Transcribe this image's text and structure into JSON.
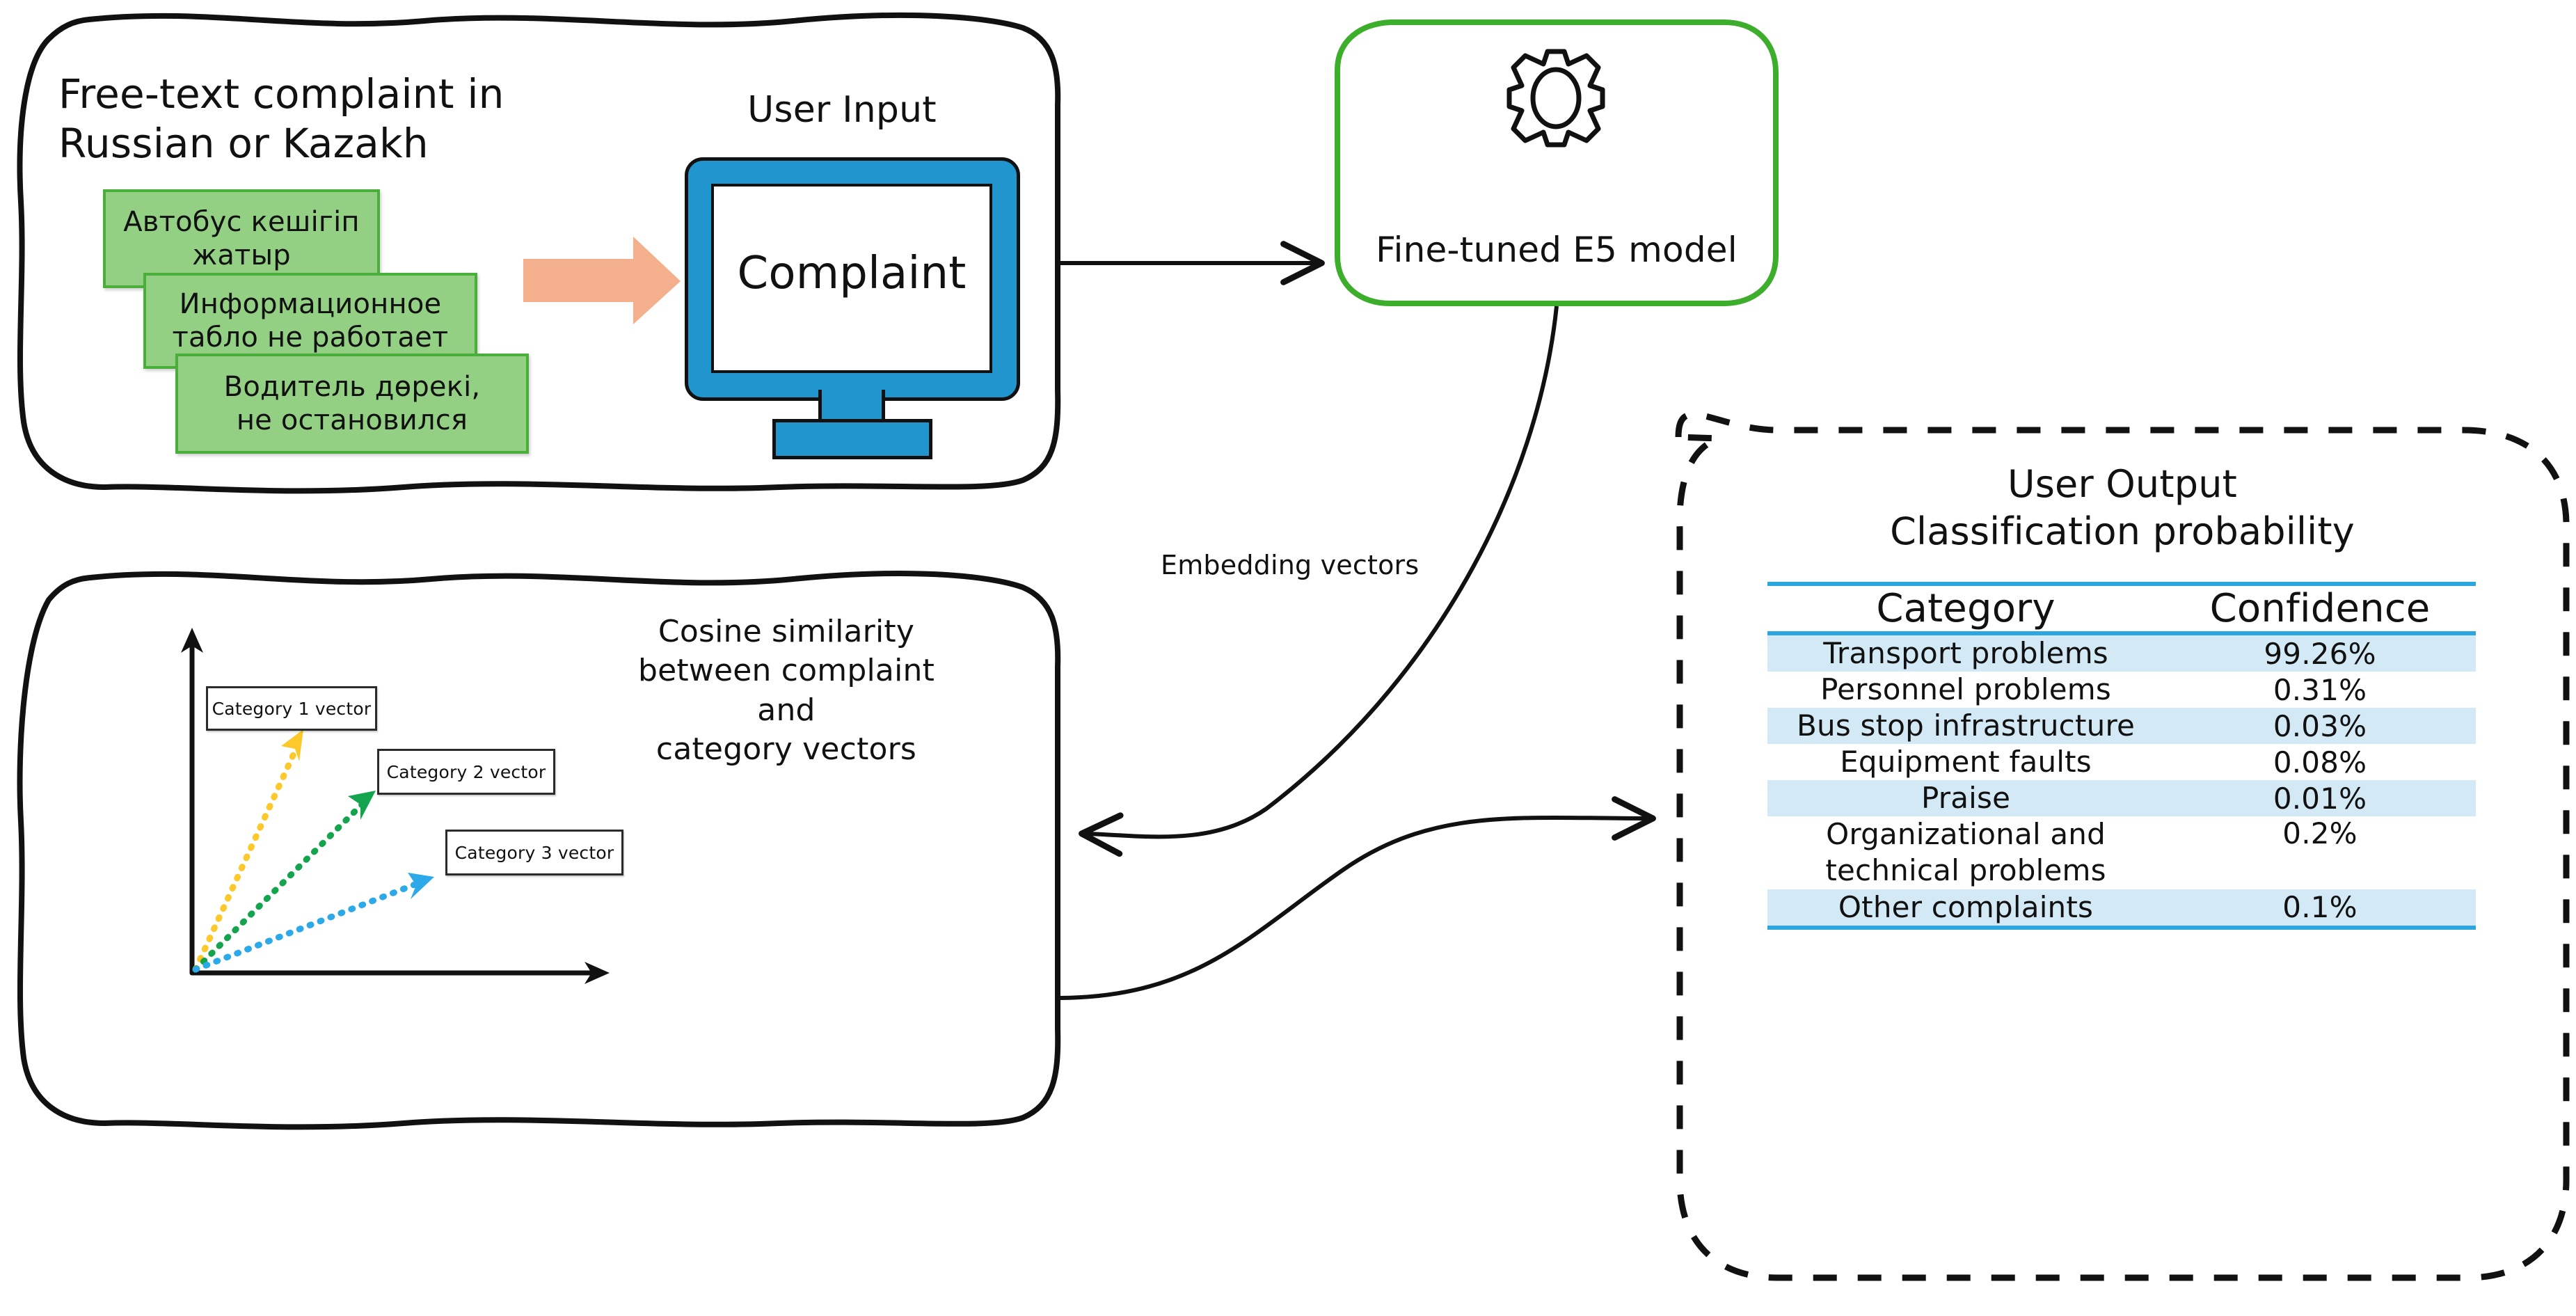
{
  "input_panel": {
    "title_line1": "Free-text complaint in",
    "title_line2": "Russian or Kazakh",
    "bubbles": [
      {
        "line1": "Автобус кешігіп",
        "line2": "жатыр"
      },
      {
        "line1": "Информационное",
        "line2": "табло не работает"
      },
      {
        "line1": "Водитель дөрекі,",
        "line2": "не остановился"
      }
    ],
    "user_input_label": "User Input",
    "screen_word": "Complaint"
  },
  "model_box": {
    "label": "Fine-tuned E5 model",
    "border_color": "#3DAE2B"
  },
  "edges": {
    "embedding_label": "Embedding vectors"
  },
  "similarity_panel": {
    "caption_line1": "Cosine similarity",
    "caption_line2": "between complaint and",
    "caption_line3": "category vectors",
    "vectors": [
      {
        "label": "Category 1 vector",
        "color": "#FDC829"
      },
      {
        "label": "Category 2 vector",
        "color": "#14A44D"
      },
      {
        "label": "Category 3 vector",
        "color": "#2CA9E8"
      }
    ]
  },
  "output_panel": {
    "title_line1": "User Output",
    "title_line2": "Classification probability",
    "columns": [
      "Category",
      "Confidence"
    ],
    "rows": [
      {
        "category": "Transport problems",
        "confidence": "99.26%"
      },
      {
        "category": "Personnel problems",
        "confidence": "0.31%"
      },
      {
        "category": "Bus stop infrastructure",
        "confidence": "0.03%"
      },
      {
        "category": "Equipment faults",
        "confidence": "0.08%"
      },
      {
        "category": "Praise",
        "confidence": "0.01%"
      },
      {
        "category": "Organizational and\ntechnical problems",
        "confidence": "0.2%"
      },
      {
        "category": "Other complaints",
        "confidence": "0.1%"
      }
    ],
    "accent_color": "#2BA6DE",
    "zebra_color": "#D3E9F6"
  },
  "colors": {
    "bubble_fill": "#93D083",
    "bubble_border": "#4AAF3A",
    "monitor_blue": "#2196CE",
    "arrow_peach": "#F4B08C",
    "ink": "#111111"
  }
}
